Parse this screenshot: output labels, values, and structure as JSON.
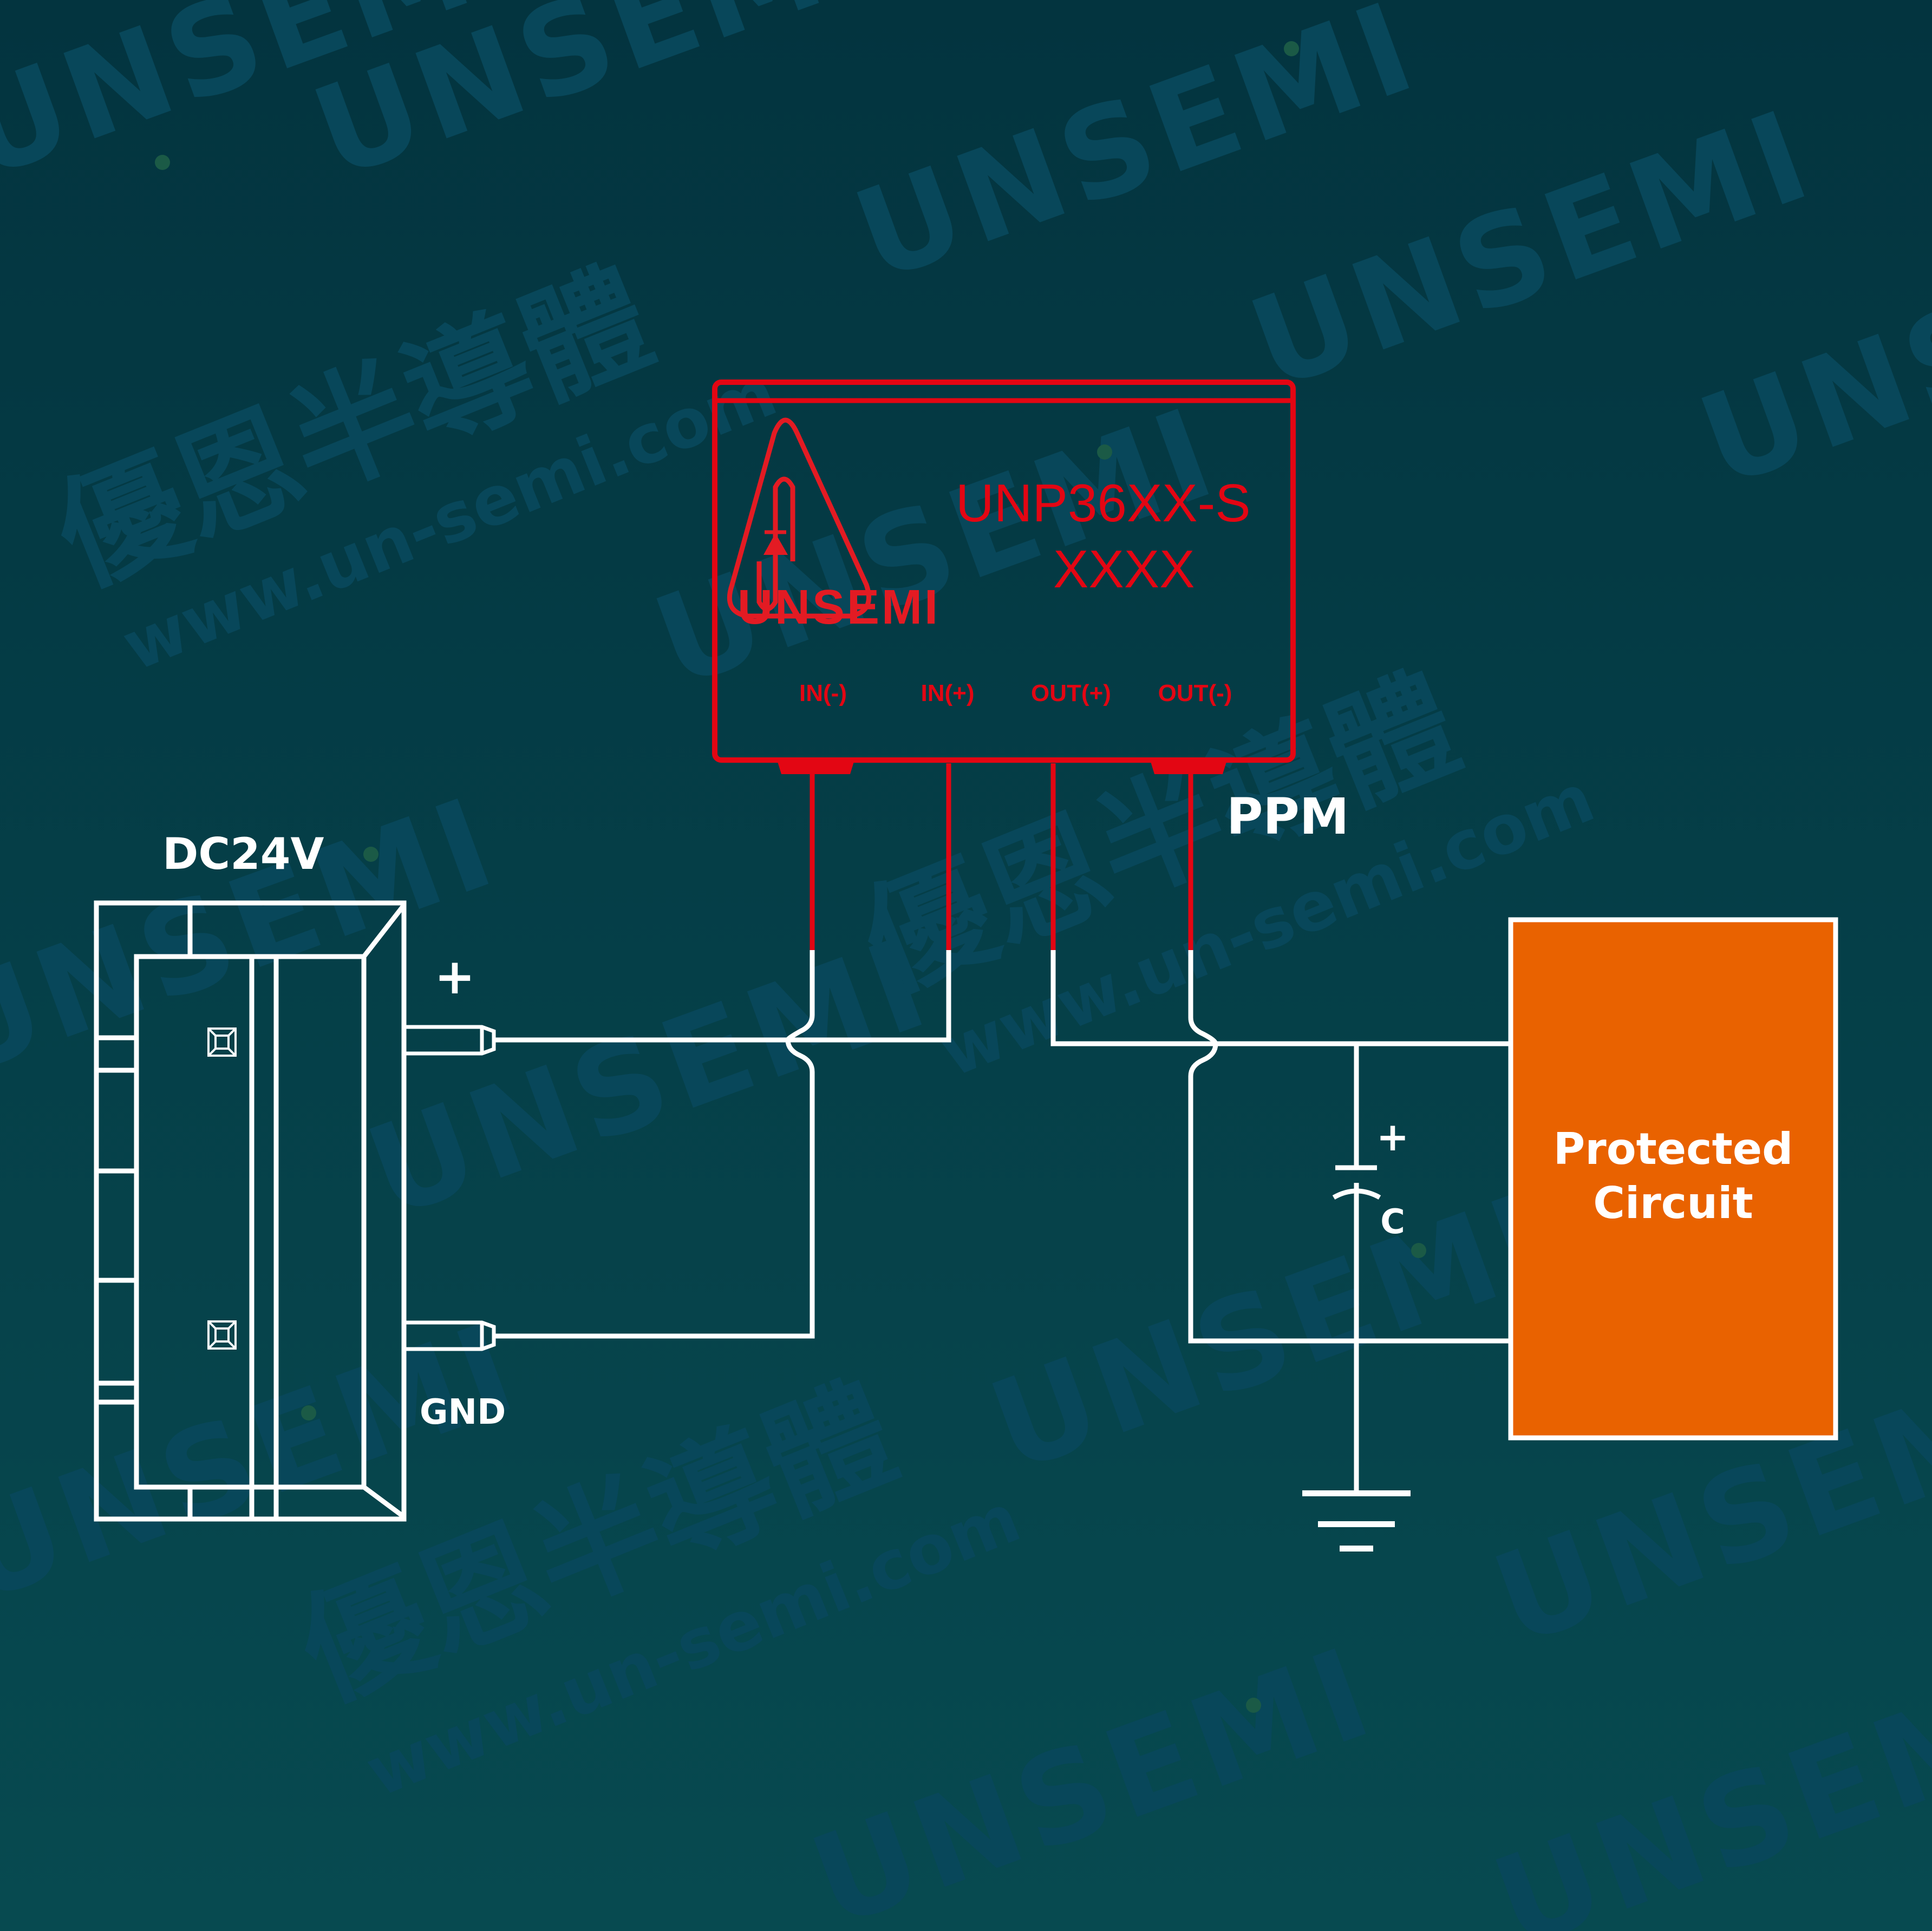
{
  "watermark": {
    "brand": "UNSEMI",
    "chinese": "優恩半導體",
    "url": "www.un-semi.com"
  },
  "power_source": {
    "label": "DC24V",
    "positive_label": "+",
    "ground_label": "GND"
  },
  "chip": {
    "brand": "UNSEMI",
    "part_number": "UNP36XX-S",
    "code": "XXXX",
    "pins": [
      "IN(-)",
      "IN(+)",
      "OUT(+)",
      "OUT(-)"
    ],
    "type_label": "PPM"
  },
  "capacitor": {
    "polarity": "+",
    "label": "C"
  },
  "load": {
    "label_line1": "Protected",
    "label_line2": "Circuit"
  },
  "colors": {
    "chip": "#e30613",
    "wire": "#ffffff",
    "load_fill": "#e96200",
    "watermark": "#08475a",
    "background_top": "#03343f",
    "background_bottom": "#074a50"
  }
}
